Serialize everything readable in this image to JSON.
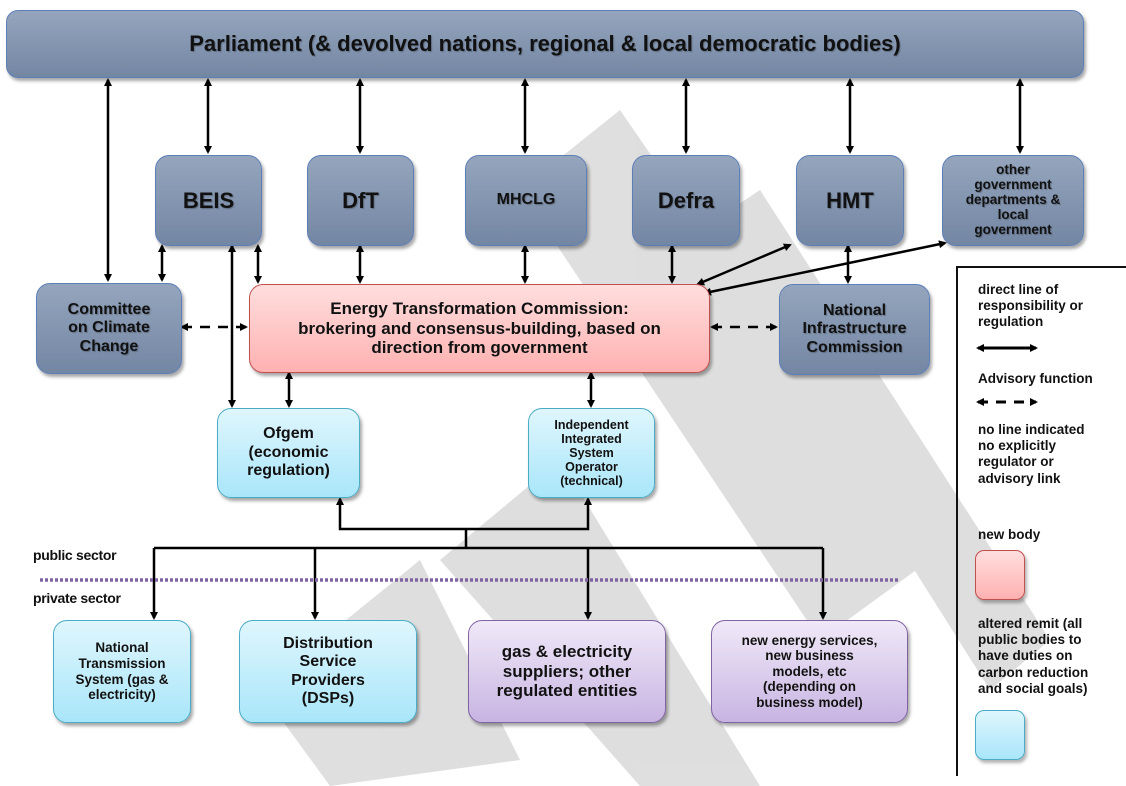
{
  "diagram": {
    "parliament": "Parliament (& devolved nations, regional & local democratic bodies)",
    "departments": {
      "beis": "BEIS",
      "dft": "DfT",
      "mhclg": "MHCLG",
      "defra": "Defra",
      "hmt": "HMT",
      "other": "other\ngovernment\ndepartments &\nlocal\ngovernment"
    },
    "committee_climate_change": "Committee\non Climate\nChange",
    "energy_commission": "Energy Transformation Commission:\nbrokering and consensus-building, based on\ndirection from government",
    "national_infrastructure_commission": "National\nInfrastructure\nCommission",
    "ofgem": "Ofgem\n(economic\nregulation)",
    "iiso": "Independent\nIntegrated\nSystem\nOperator\n(technical)",
    "sector_labels": {
      "public": "public sector",
      "private": "private sector"
    },
    "regulated": {
      "nts": "National\nTransmission\nSystem (gas &\nelectricity)",
      "dsp": "Distribution\nService\nProviders\n(DSPs)",
      "suppliers": "gas & electricity\nsuppliers; other\nregulated entities",
      "new_services": "new energy services,\nnew business\nmodels, etc\n(depending on\nbusiness model)"
    }
  },
  "legend": {
    "direct_line": "direct line of\nresponsibility or\nregulation",
    "advisory": "Advisory function",
    "no_line": "no line indicated\nno explicitly\nregulator or\nadvisory link",
    "new_body": "new body",
    "altered_remit": "altered remit (all\npublic bodies to\nhave duties on\ncarbon reduction\nand social goals)"
  },
  "colors": {
    "government": "#7f91ad",
    "new_body": "#ffc4c4",
    "altered_remit": "#c4effc",
    "private": "#dccdee",
    "sector_divider": "#8064a2"
  }
}
